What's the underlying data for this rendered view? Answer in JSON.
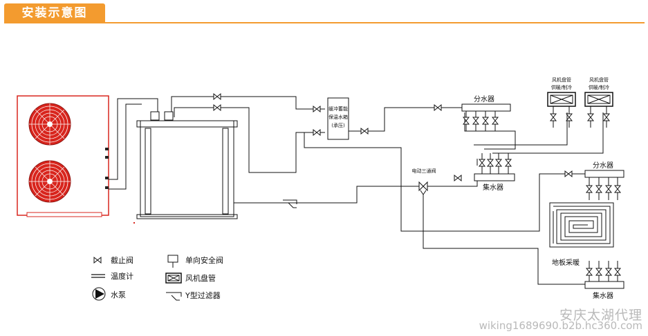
{
  "header": {
    "title": "安装示意图"
  },
  "labels": {
    "buffer_tank": [
      "缓冲蓄能",
      "保温水箱",
      "(承压)"
    ],
    "distributor_top": "分水器",
    "collector_mid": "集水器",
    "three_way_valve": "电动三通阀",
    "fan_coil_1": [
      "风机盘管",
      "供暖/制冷"
    ],
    "fan_coil_2": [
      "风机盘管",
      "供暖/制冷"
    ],
    "distributor_right": "分水器",
    "floor_heating": "地板采暖",
    "collector_bottom": "集水器"
  },
  "legend": {
    "stop_valve": "截止阀",
    "thermometer": "温度计",
    "pump": "水泵",
    "safety_valve": "单向安全阀",
    "fan_coil": "风机盘管",
    "y_filter": "Y型过滤器"
  },
  "watermark": {
    "line1": "安庆太湖代理",
    "line2": "wiking1689690.b2b.hc360.com"
  },
  "colors": {
    "accent": "#f39b2f",
    "fan_red": "#d8251d",
    "line": "#1a1a1a"
  }
}
